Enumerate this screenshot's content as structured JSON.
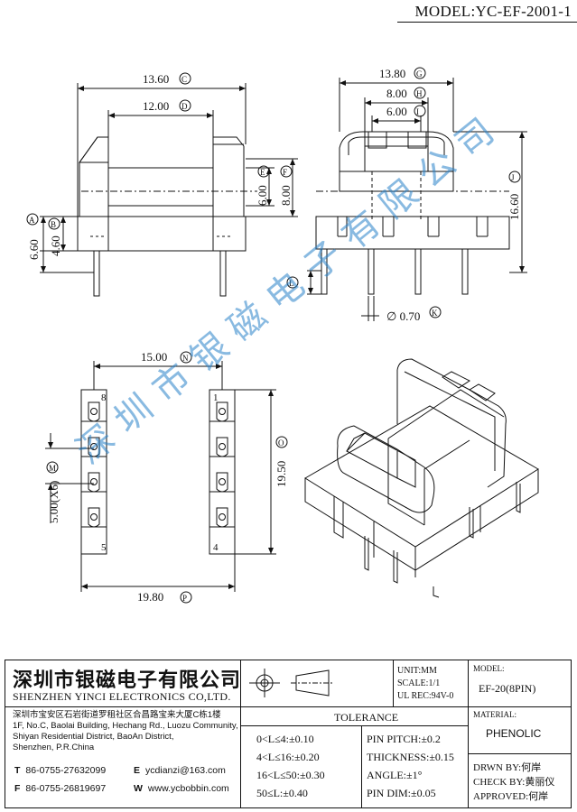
{
  "header": {
    "model_label": "MODEL:YC-EF-2001-1"
  },
  "dimensions": {
    "front": {
      "a": "13.60",
      "a_tag": "C",
      "b": "12.00",
      "b_tag": "D",
      "c": "6.00",
      "c_tag": "E",
      "d": "8.00",
      "d_tag": "F",
      "e": "6.60",
      "e_tag": "A",
      "f": "4.60",
      "f_tag": "B"
    },
    "side": {
      "a": "13.80",
      "a_tag": "G",
      "b": "8.00",
      "b_tag": "H",
      "c": "6.00",
      "c_tag": "I",
      "d": "16.60",
      "d_tag": "J",
      "e": "∅ 0.70",
      "e_tag": "K",
      "f_tag": "L"
    },
    "bottom": {
      "a": "15.00",
      "a_tag": "N",
      "b": "19.50",
      "b_tag": "O",
      "c": "5.00(X6)",
      "c_tag": "M",
      "d": "19.80",
      "d_tag": "P",
      "pin8": "8",
      "pin1": "1",
      "pin5": "5",
      "pin4": "4"
    }
  },
  "watermark": {
    "text": "深圳市银磁电子有限公司"
  },
  "title_block": {
    "company_cn": "深圳市银磁电子有限公司",
    "company_en": "SHENZHEN YINCI ELECTRONICS CO,LTD.",
    "address_cn": "深圳市宝安区石岩街道罗租社区合昌路宝来大厦C栋1楼",
    "address_en_1": "1F, No.C, Baolai Building, Hechang Rd., Luozu Community,",
    "address_en_2": "Shiyan Residential District, BaoAn District,",
    "address_en_3": "Shenzhen, P.R.China",
    "tel_key": "T",
    "tel": "86-0755-27632099",
    "fax_key": "F",
    "fax": "86-0755-26819697",
    "email_key": "E",
    "email": "ycdianzi@163.com",
    "web_key": "W",
    "web": "www.ycbobbin.com",
    "unit": "UNIT:MM",
    "scale": "SCALE:1/1",
    "ul_rec": "UL REC:94V-0",
    "model_caption": "MODEL:",
    "model_value": "EF-20(8PIN)",
    "material_caption": "MATERIAL:",
    "material_value": "PHENOLIC",
    "tolerance_title": "TOLERANCE",
    "tol_rows": [
      "0<L≤4:±0.10",
      "4<L≤16:±0.20",
      "16<L≤50:±0.30",
      "50≤L:±0.40"
    ],
    "tol_right": [
      "PIN PITCH:±0.2",
      "THICKNESS:±0.15",
      "ANGLE:±1°",
      "PIN DIM:±0.05"
    ],
    "drwn_by": "DRWN BY:何岸",
    "check_by": "CHECK BY:黄丽仪",
    "approved": "APPROVED:何岸"
  }
}
